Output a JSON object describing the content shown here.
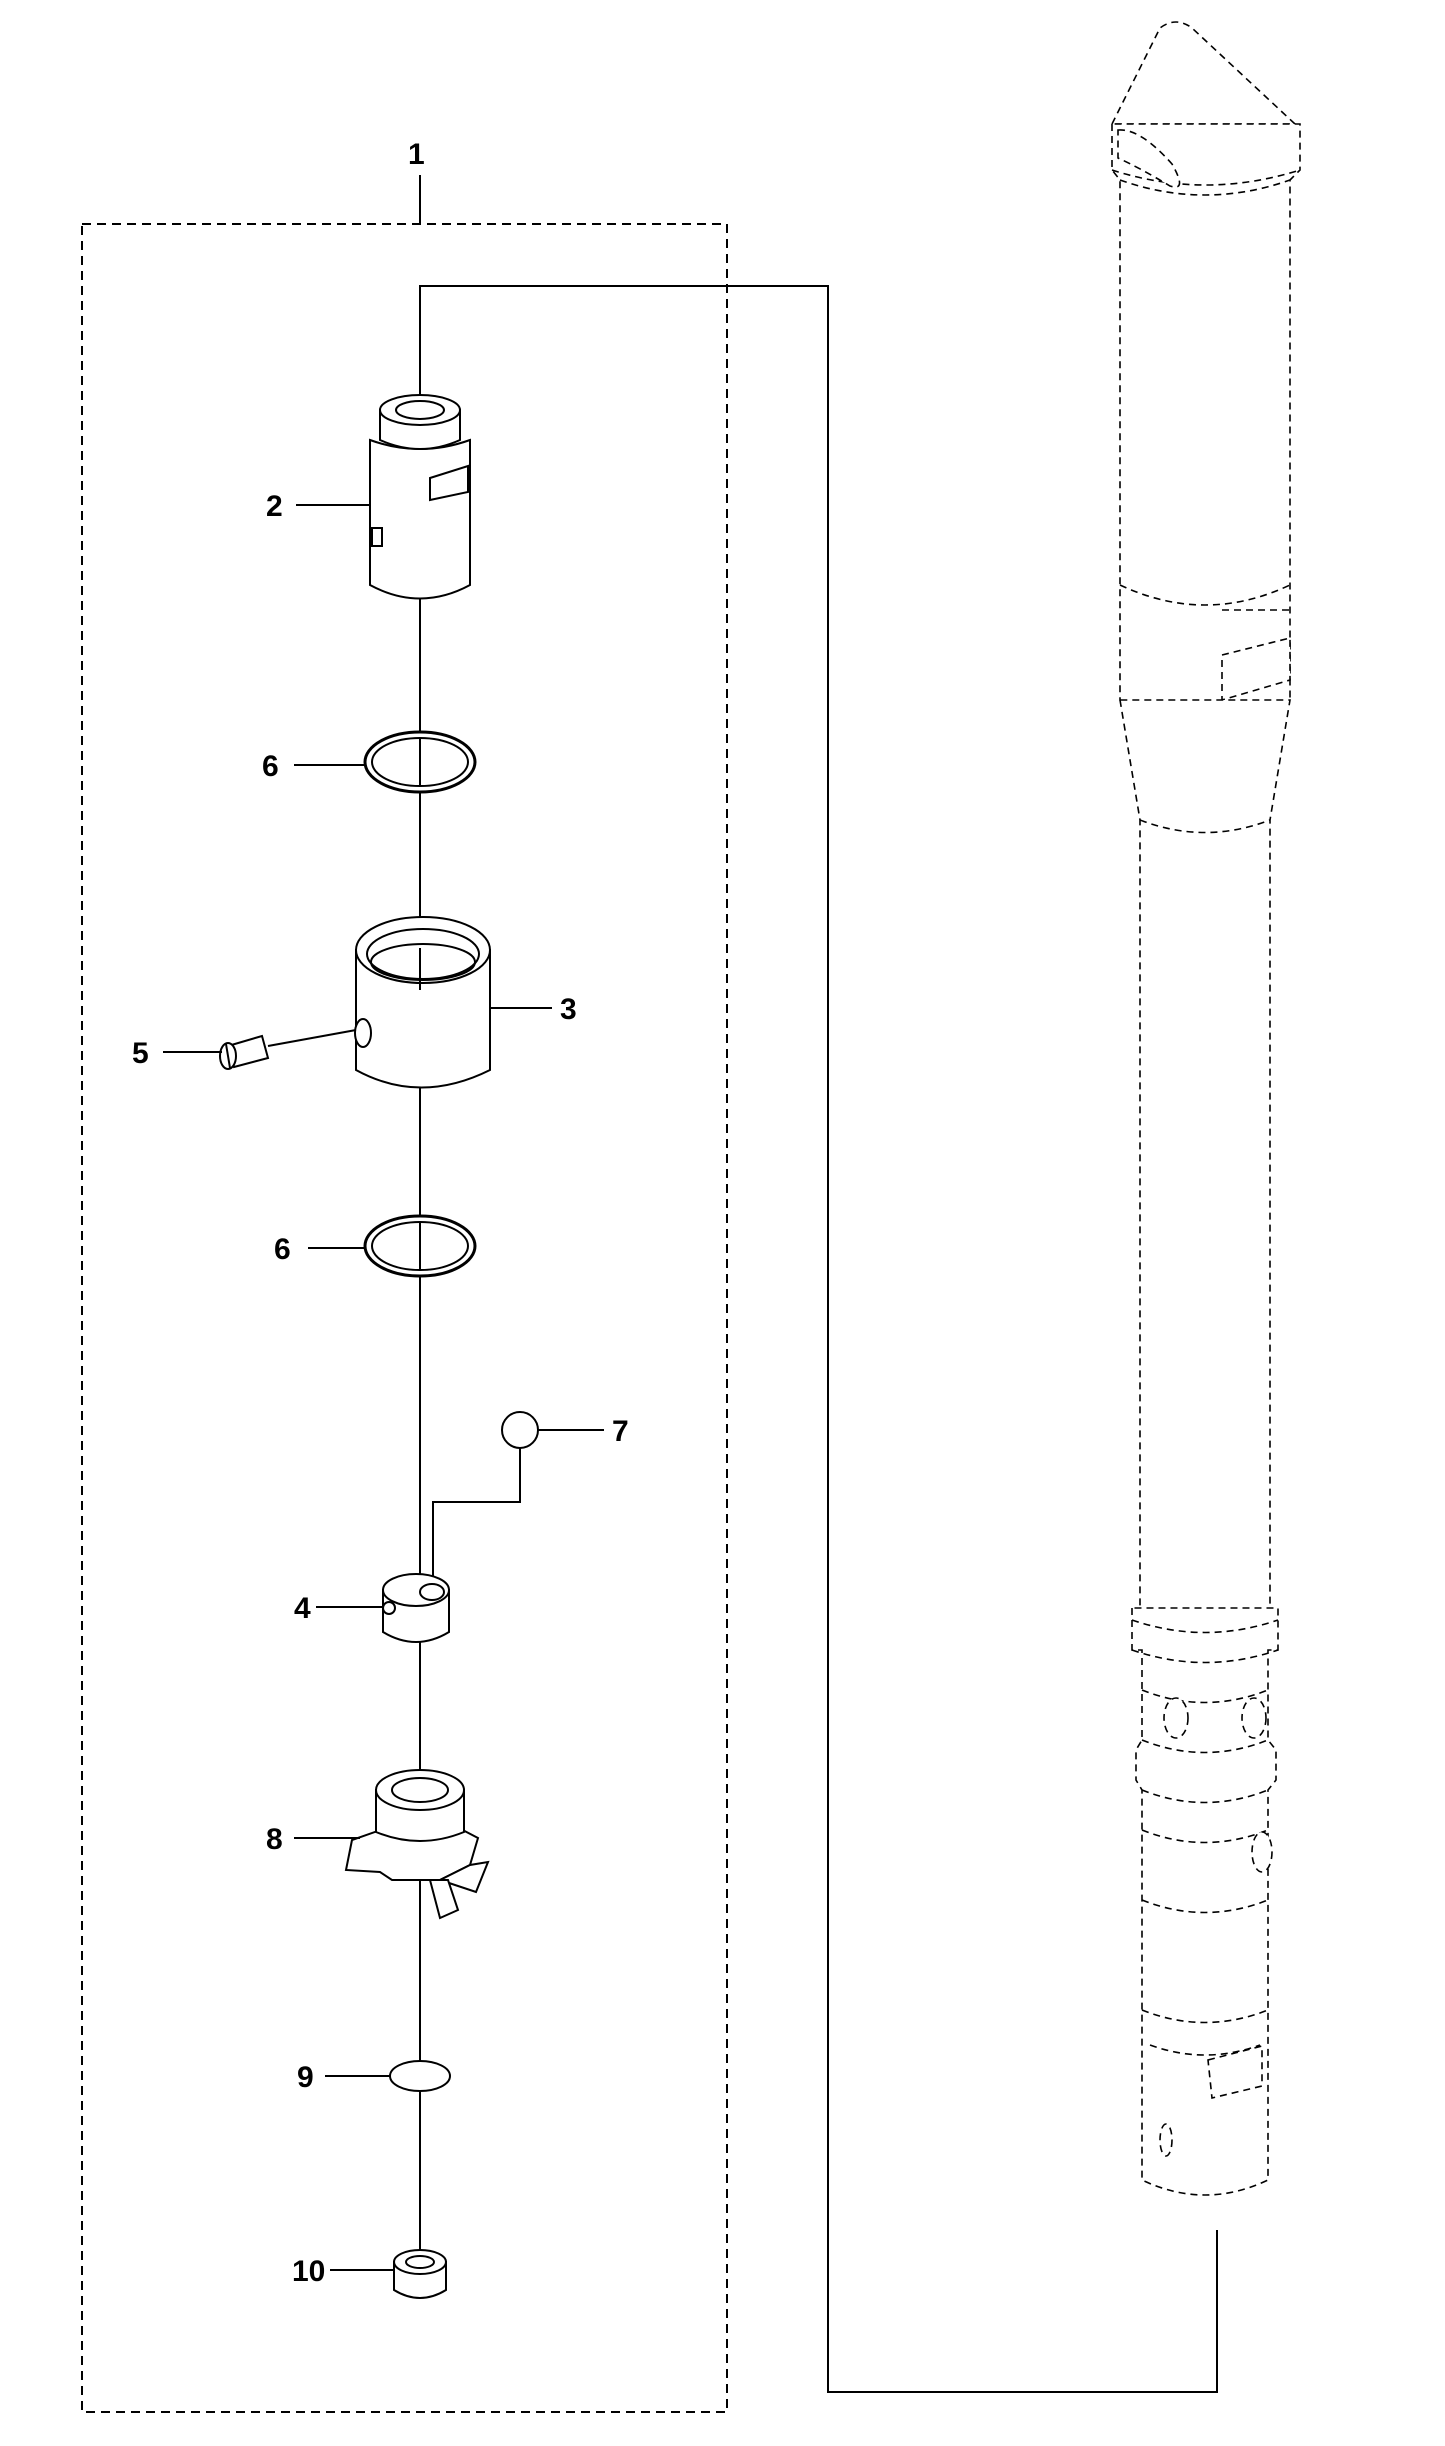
{
  "callouts": [
    {
      "id": "1",
      "label": "1"
    },
    {
      "id": "2",
      "label": "2"
    },
    {
      "id": "3",
      "label": "3"
    },
    {
      "id": "4",
      "label": "4"
    },
    {
      "id": "5",
      "label": "5"
    },
    {
      "id": "6a",
      "label": "6"
    },
    {
      "id": "6b",
      "label": "6"
    },
    {
      "id": "7",
      "label": "7"
    },
    {
      "id": "8",
      "label": "8"
    },
    {
      "id": "9",
      "label": "9"
    },
    {
      "id": "10",
      "label": "10"
    }
  ]
}
